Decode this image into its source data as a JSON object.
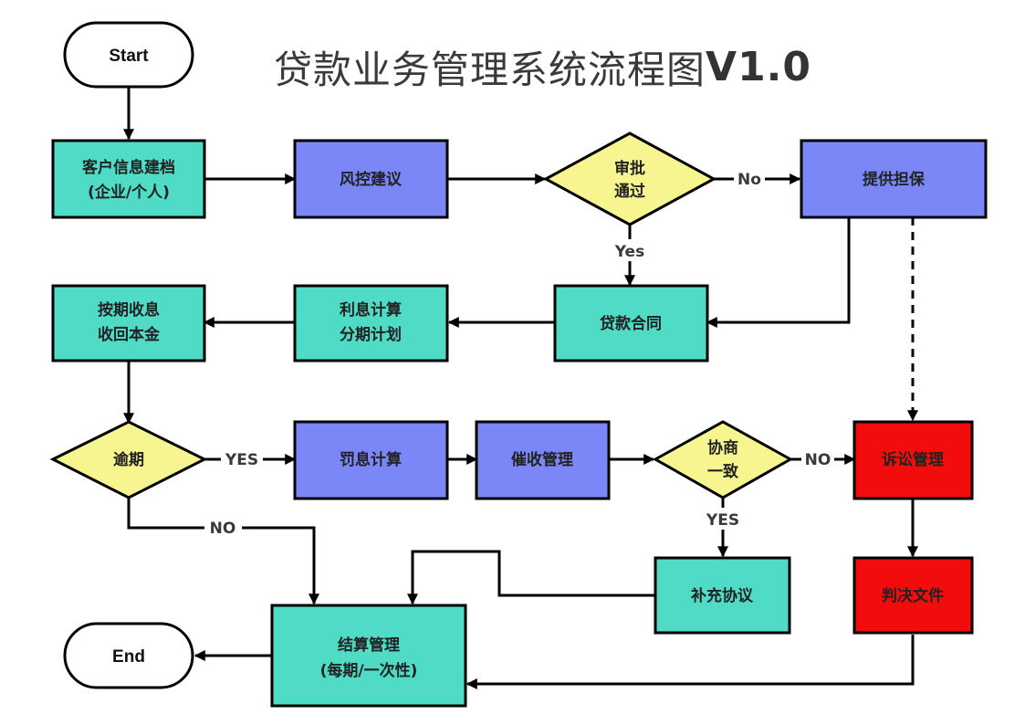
{
  "title": {
    "main": "贷款业务管理系统流程图",
    "version": "V1.0"
  },
  "colors": {
    "teal": "#4fdbc6",
    "purple": "#7b86f7",
    "yellow": "#f7f58f",
    "red": "#f20c0c",
    "line": "#000000"
  },
  "nodes": {
    "start": {
      "label": "Start"
    },
    "end": {
      "label": "End"
    },
    "customer_info": {
      "line1": "客户信息建档",
      "line2": "(企业/个人)"
    },
    "risk_advice": {
      "line1": "风控建议"
    },
    "approval": {
      "line1": "审批",
      "line2": "通过"
    },
    "guarantee": {
      "line1": "提供担保"
    },
    "loan_contract": {
      "line1": "贷款合同"
    },
    "interest_calc": {
      "line1": "利息计算",
      "line2": "分期计划"
    },
    "collect": {
      "line1": "按期收息",
      "line2": "收回本金"
    },
    "overdue": {
      "line1": "逾期"
    },
    "penalty": {
      "line1": "罚息计算"
    },
    "collection": {
      "line1": "催收管理"
    },
    "negotiate": {
      "line1": "协商",
      "line2": "一致"
    },
    "litigation": {
      "line1": "诉讼管理"
    },
    "supplement": {
      "line1": "补充协议"
    },
    "judgment": {
      "line1": "判决文件"
    },
    "settlement": {
      "line1": "结算管理",
      "line2": "(每期/一次性)"
    }
  },
  "edge_labels": {
    "approval_no": "No",
    "approval_yes": "Yes",
    "overdue_yes": "YES",
    "overdue_no": "NO",
    "negotiate_no": "NO",
    "negotiate_yes": "YES"
  }
}
